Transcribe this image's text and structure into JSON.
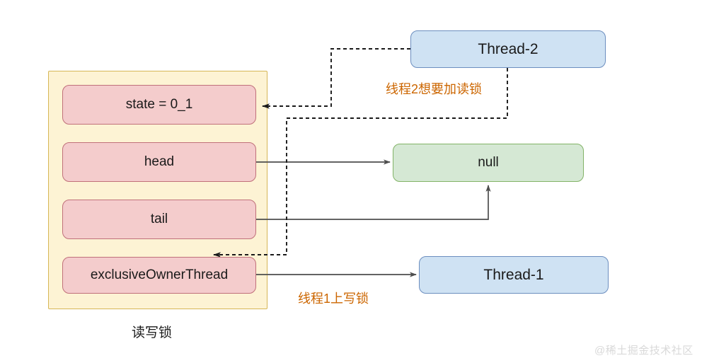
{
  "diagram": {
    "title_caption": "读写锁",
    "lock_container": {
      "name": "read-write-lock-container",
      "fields": [
        {
          "id": "state",
          "label": "state = 0_1"
        },
        {
          "id": "head",
          "label": "head"
        },
        {
          "id": "tail",
          "label": "tail"
        },
        {
          "id": "owner",
          "label": "exclusiveOwnerThread"
        }
      ]
    },
    "nodes": {
      "null_node": "null",
      "thread2": "Thread-2",
      "thread1": "Thread-1"
    },
    "annotations": {
      "thread2_note": "线程2想要加读锁",
      "thread1_note": "线程1上写锁"
    },
    "watermark": "@稀土掘金技术社区",
    "colors": {
      "container_fill": "#fdf3d4",
      "container_stroke": "#d6b656",
      "field_fill": "#f4cccc",
      "field_stroke": "#c0707a",
      "null_fill": "#d5e8d4",
      "null_stroke": "#82b366",
      "thread_fill": "#cfe2f3",
      "thread_stroke": "#6c8ebf",
      "annotation_text": "#cc6600",
      "wire": "#4d4d4d"
    }
  }
}
